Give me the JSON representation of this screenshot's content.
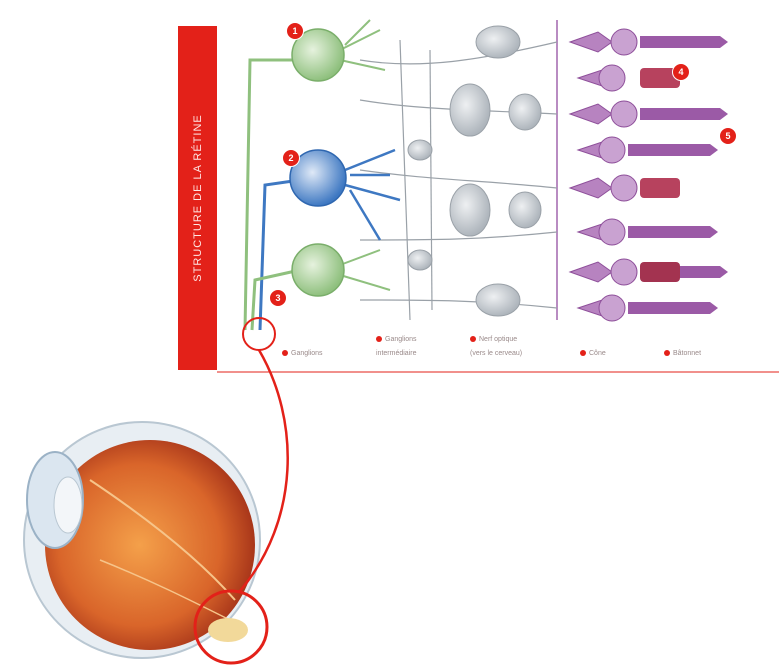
{
  "title": "STRUCTURE DE LA RÉTINE",
  "legend": [
    {
      "key": "1",
      "label": "Ganglions"
    },
    {
      "key": "2",
      "label": "Ganglions"
    },
    {
      "key": "3",
      "label": "Nerf optique"
    },
    {
      "key": "4",
      "label": "Cône"
    },
    {
      "key": "5",
      "label": "Bâtonnet"
    }
  ],
  "legend_extra": [
    "intermédiaire",
    "(vers le cerveau)"
  ],
  "markers": [
    "1",
    "2",
    "3",
    "4",
    "5"
  ],
  "colors": {
    "accent": "#e32119",
    "ganglion_green": "#a9cf9a",
    "bipolar_blue": "#5b8fcf",
    "photoreceptor_purple": "#9b5aa6",
    "cone_red": "#b7425e",
    "eye_orange": "#d9652a",
    "gray_cells": "#c9ced3"
  }
}
